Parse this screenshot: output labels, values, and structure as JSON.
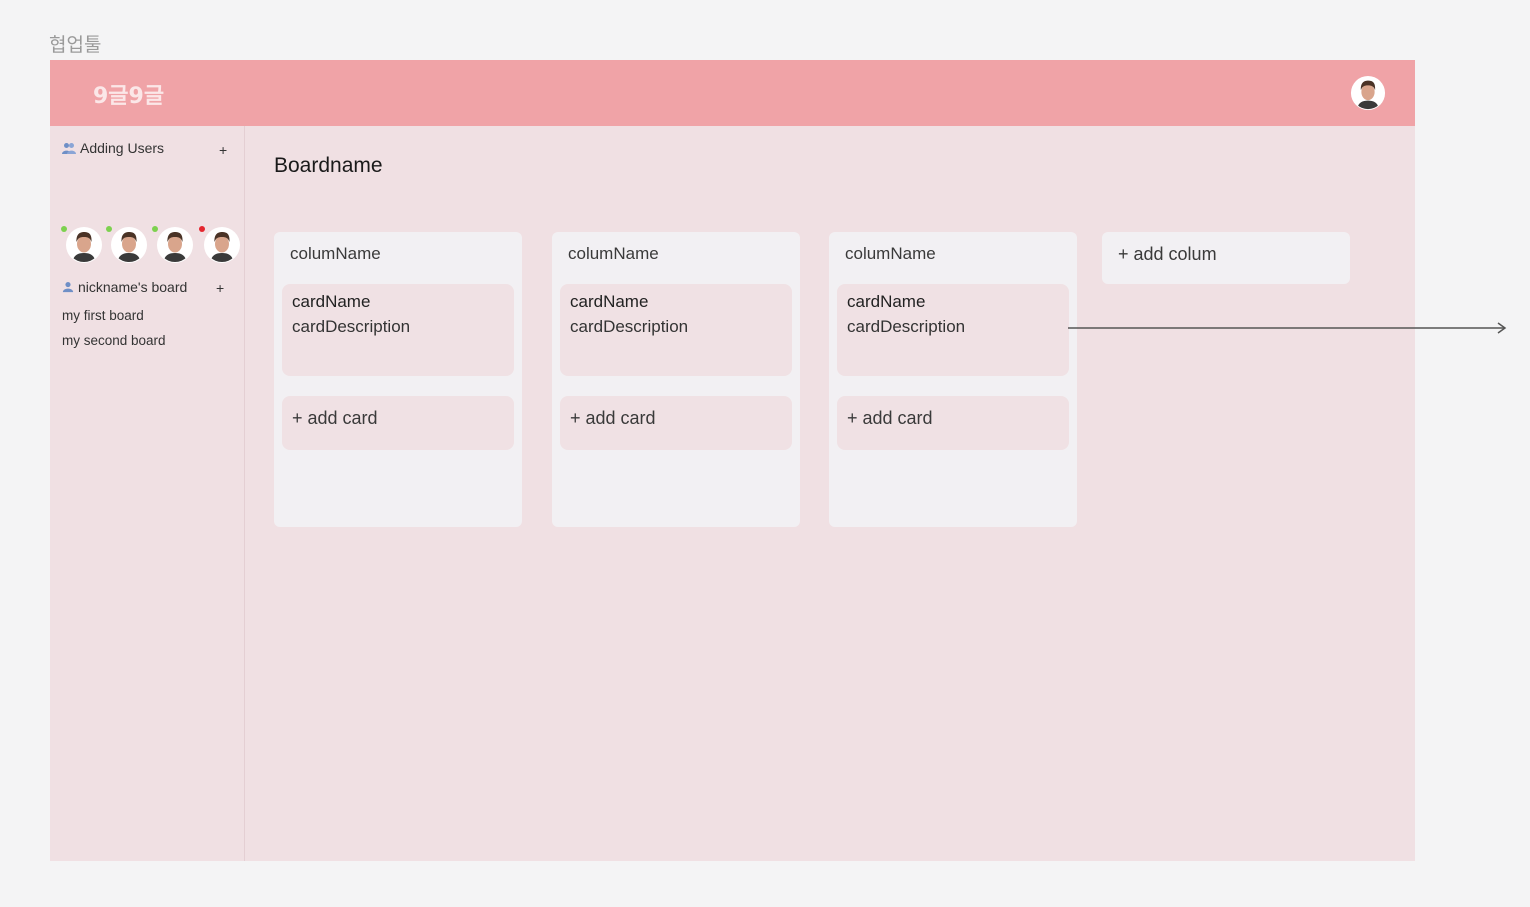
{
  "frame": {
    "label": "협업툴"
  },
  "header": {
    "brand": "9글9글",
    "avatar_icon": "user-avatar-icon"
  },
  "sidebar": {
    "users_section": {
      "title": "Adding Users",
      "add_label": "+",
      "icon": "users-icon",
      "members": [
        {
          "status_color": "#7dd14f"
        },
        {
          "status_color": "#7dd14f"
        },
        {
          "status_color": "#7dd14f"
        },
        {
          "status_color": "#e4262f"
        }
      ]
    },
    "boards_section": {
      "title": "nickname's board",
      "add_label": "+",
      "icon": "user-icon",
      "items": [
        "my first board",
        "my second board"
      ]
    }
  },
  "main": {
    "board_title": "Boardname",
    "columns": [
      {
        "name": "columName",
        "cards": [
          {
            "name": "cardName",
            "description": "cardDescription"
          }
        ],
        "add_card_label": "+ add card"
      },
      {
        "name": "columName",
        "cards": [
          {
            "name": "cardName",
            "description": "cardDescription"
          }
        ],
        "add_card_label": "+ add card"
      },
      {
        "name": "columName",
        "cards": [
          {
            "name": "cardName",
            "description": "cardDescription"
          }
        ],
        "add_card_label": "+ add card"
      }
    ],
    "add_column_label": "+ add colum"
  },
  "colors": {
    "header": "#f0a3a7",
    "app_background": "#f0e0e3",
    "column_background": "#f2f0f3",
    "card_background": "#f0e1e4"
  }
}
